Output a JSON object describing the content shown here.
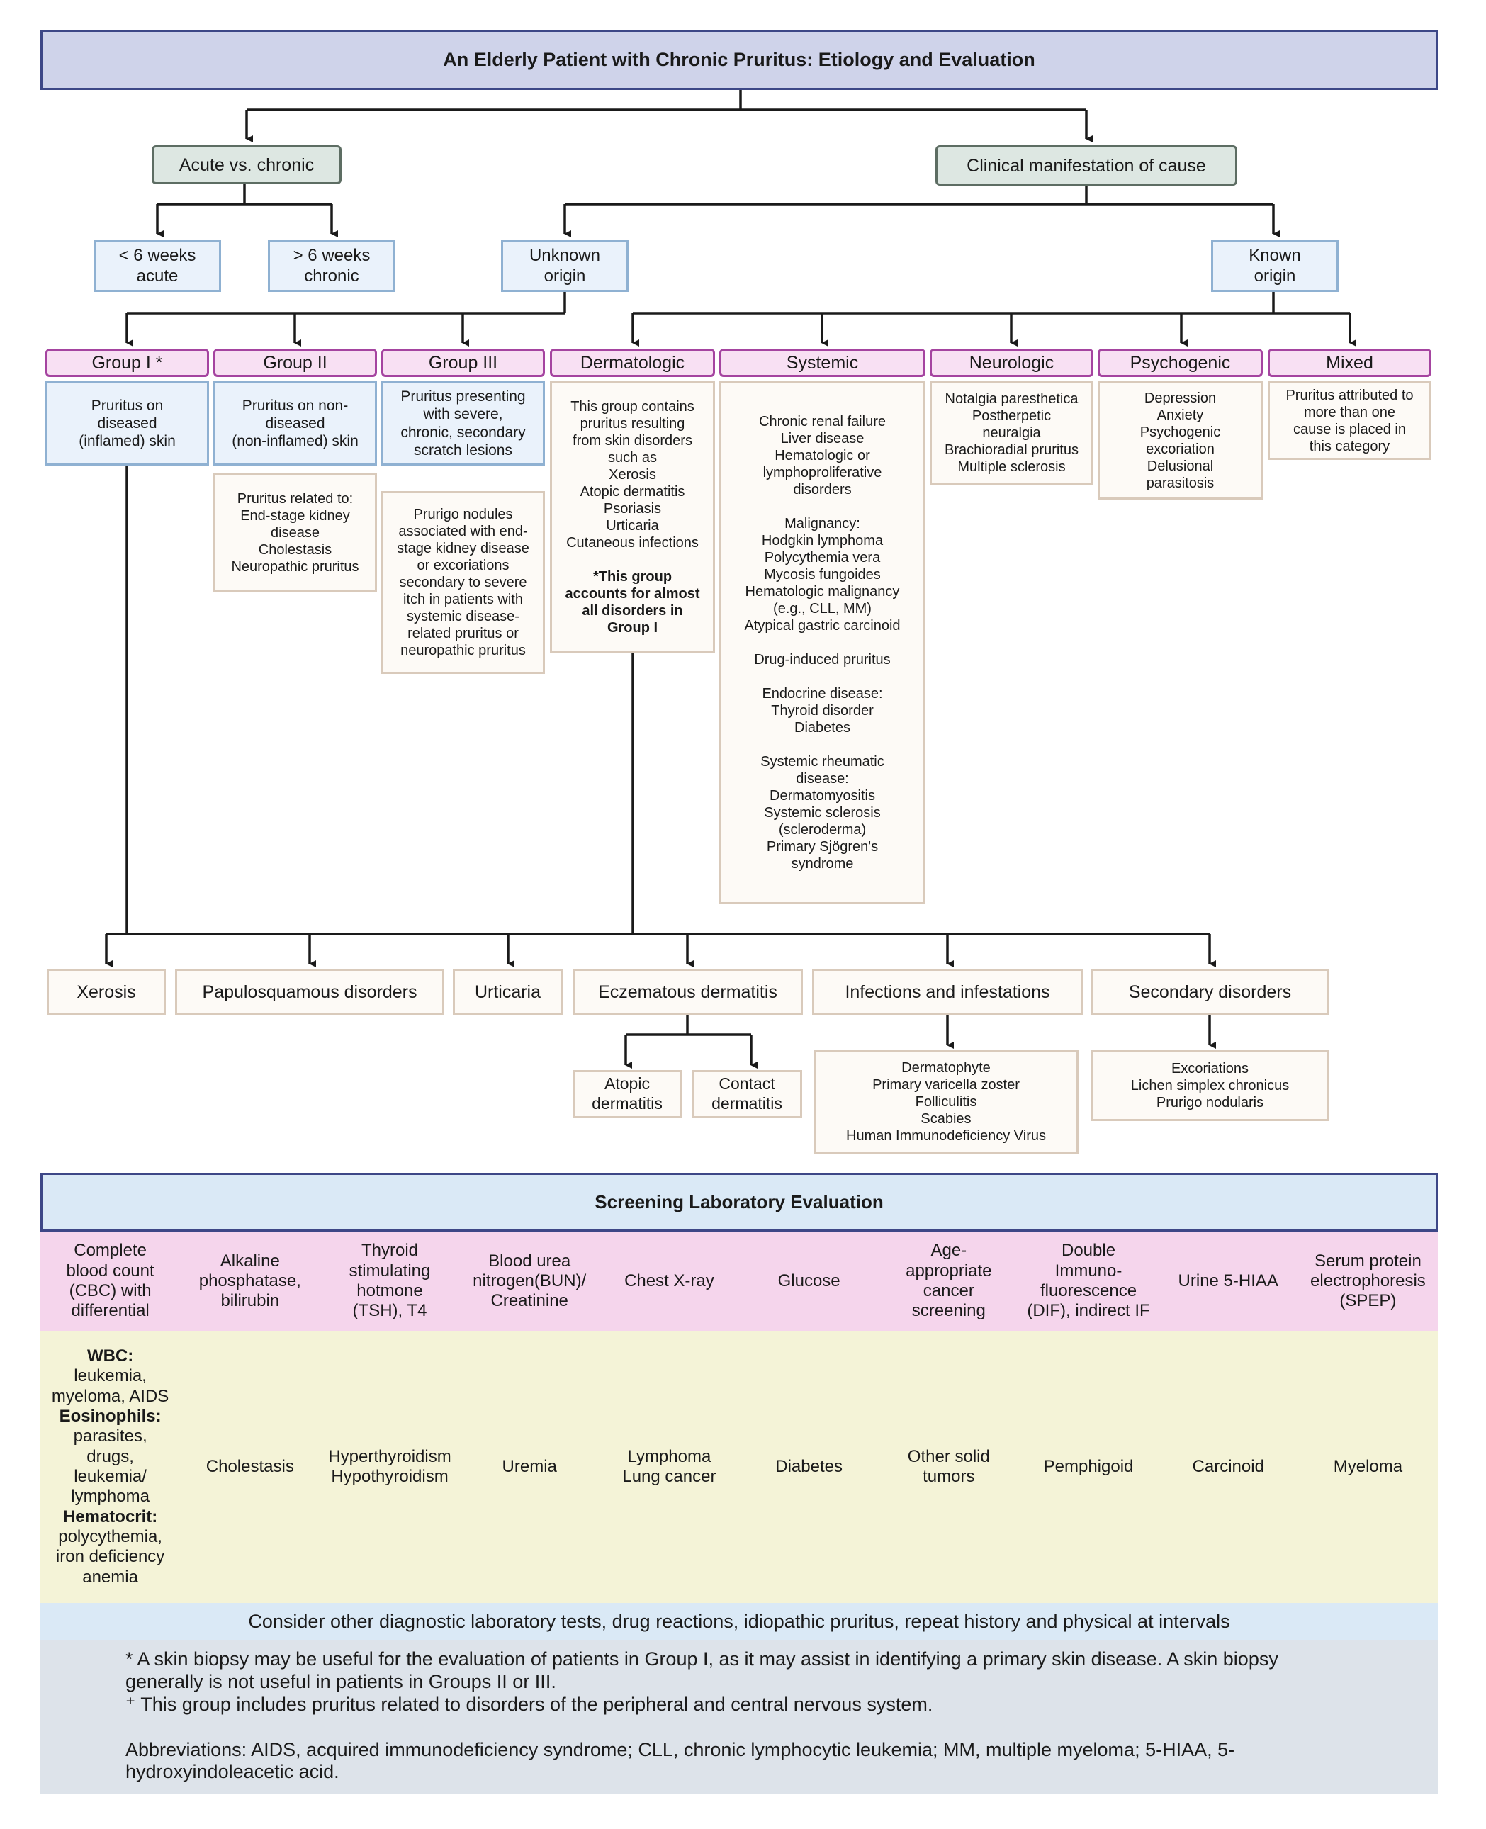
{
  "title": "An Elderly Patient with Chronic Pruritus: Etiology and Evaluation",
  "level1": {
    "acute_vs_chronic": "Acute vs. chronic",
    "clinical_manifestation": "Clinical manifestation of cause"
  },
  "level2": {
    "lt6": "< 6 weeks\nacute",
    "gt6": "> 6 weeks\nchronic",
    "unknown": "Unknown\norigin",
    "known": "Known\norigin"
  },
  "groups": {
    "group1": "Group I *",
    "group2": "Group II",
    "group3": "Group III",
    "dermatologic": "Dermatologic",
    "systemic": "Systemic",
    "neurologic": "Neurologic",
    "psychogenic": "Psychogenic",
    "mixed": "Mixed"
  },
  "descriptions": {
    "group1": "Pruritus on\ndiseased\n(inflamed) skin",
    "group2": "Pruritus on non-\ndiseased\n(non-inflamed) skin",
    "group3": "Pruritus presenting\nwith severe,\nchronic, secondary\nscratch lesions",
    "group2_detail": "Pruritus related to:\nEnd-stage kidney\ndisease\nCholestasis\nNeuropathic pruritus",
    "group3_detail": "Prurigo nodules\nassociated with end-\nstage kidney disease\nor excoriations\nsecondary to severe\nitch in patients with\nsystemic disease-\nrelated pruritus or\nneuropathic pruritus",
    "dermatologic_text": "This group contains\npruritus resulting\nfrom skin disorders\nsuch as\nXerosis\nAtopic dermatitis\nPsoriasis\nUrticaria\nCutaneous infections",
    "dermatologic_note": "*This group\naccounts for almost\nall disorders in\nGroup I",
    "systemic": "Chronic renal failure\nLiver disease\nHematologic or\nlymphoproliferative\ndisorders\n\nMalignancy:\nHodgkin lymphoma\nPolycythemia vera\nMycosis fungoides\nHematologic malignancy\n(e.g., CLL, MM)\nAtypical gastric carcinoid\n\nDrug-induced pruritus\n\nEndocrine disease:\nThyroid disorder\nDiabetes\n\nSystemic rheumatic\ndisease:\nDermatomyositis\nSystemic sclerosis\n(scleroderma)\nPrimary Sjögren's\nsyndrome",
    "neurologic": "Notalgia paresthetica\nPostherpetic\nneuralgia\nBrachioradial pruritus\nMultiple sclerosis",
    "psychogenic": "Depression\nAnxiety\nPsychogenic\nexcoriation\nDelusional\nparasitosis",
    "mixed": "Pruritus attributed to\nmore than one\ncause is placed in\nthis category"
  },
  "disorders": {
    "xerosis": "Xerosis",
    "papulosquamous": "Papulosquamous disorders",
    "urticaria": "Urticaria",
    "eczematous": "Eczematous dermatitis",
    "infections": "Infections and infestations",
    "secondary": "Secondary disorders",
    "atopic": "Atopic\ndermatitis",
    "contact": "Contact\ndermatitis",
    "infections_list": "Dermatophyte\nPrimary varicella zoster\nFolliculitis\nScabies\nHuman Immunodeficiency Virus",
    "secondary_list": "Excoriations\nLichen simplex chronicus\nPrurigo nodularis"
  },
  "lab": {
    "title": "Screening Laboratory Evaluation",
    "tests": [
      "Complete\nblood count\n(CBC) with\ndifferential",
      "Alkaline\nphosphatase,\nbilirubin",
      "Thyroid\nstimulating\nhotmone\n(TSH), T4",
      "Blood urea\nnitrogen(BUN)/\nCreatinine",
      "Chest X-ray",
      "Glucose",
      "Age-\nappropriate\ncancer\nscreening",
      "Double\nImmuno-\nfluorescence\n(DIF), indirect IF",
      "Urine 5-HIAA",
      "Serum protein\nelectrophoresis\n(SPEP)"
    ],
    "cbc_findings": [
      {
        "label": "WBC:",
        "text": "leukemia,\nmyeloma, AIDS"
      },
      {
        "label": "Eosinophils:",
        "text": "parasites,\ndrugs,\nleukemia/\nlymphoma"
      },
      {
        "label": "Hematocrit:",
        "text": "polycythemia,\niron deficiency\nanemia"
      }
    ],
    "findings": [
      "Cholestasis",
      "Hyperthyroidism\nHypothyroidism",
      "Uremia",
      "Lymphoma\nLung cancer",
      "Diabetes",
      "Other solid\ntumors",
      "Pemphigoid",
      "Carcinoid",
      "Myeloma"
    ],
    "consider": "Consider other diagnostic laboratory tests, drug reactions, idiopathic pruritus, repeat history and physical at intervals"
  },
  "footnotes": {
    "asterisk": "* A skin biopsy may be useful for the evaluation of patients in Group I, as it may assist in identifying a primary skin disease. A skin biopsy generally is not useful in patients in Groups II or III.",
    "plus": "⁺ This group includes pruritus related to disorders of the peripheral and central nervous system.",
    "abbreviations": "Abbreviations: AIDS, acquired immunodeficiency syndrome; CLL, chronic lymphocytic leukemia; MM, multiple myeloma; 5-HIAA, 5-hydroxyindoleacetic acid."
  },
  "colors": {
    "title_fill": "#cfd3ea",
    "title_border": "#3d4787",
    "category_border": "#a544a0",
    "lab_tests_fill": "#f5d5ec",
    "lab_findings_fill": "#f4f3d7"
  }
}
